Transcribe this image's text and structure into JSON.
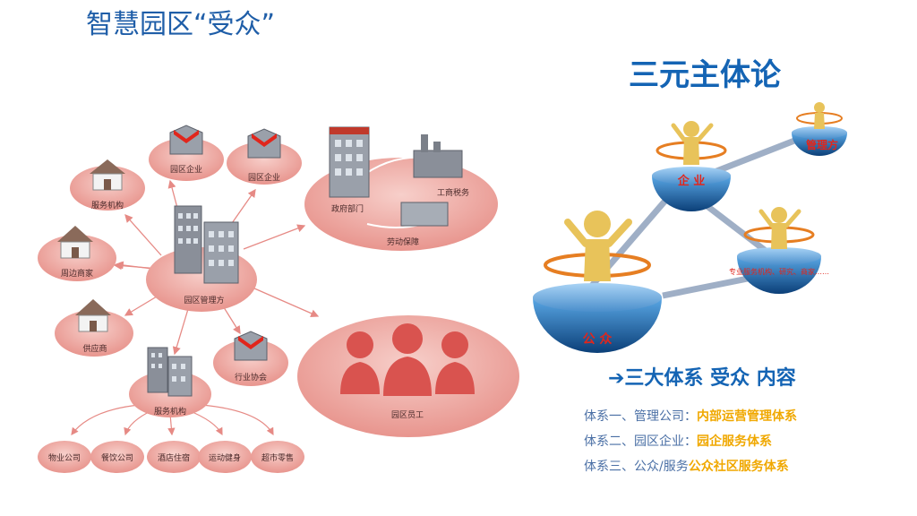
{
  "title": "智慧园区“受众”",
  "subtitle": "三元主体论",
  "left_diagram": {
    "hub": "园区管理方",
    "service_hub": "服务机构",
    "nodes": {
      "enterprise_1": "园区企业",
      "enterprise_2": "园区企业",
      "service_org": "服务机构",
      "merchants": "周边商家",
      "suppliers": "供应商",
      "association": "行业协会"
    },
    "gov_cluster": {
      "gov": "政府部门",
      "tax": "工商税务",
      "labor": "劳动保障"
    },
    "employees": "园区员工",
    "service_children": [
      "物业公司",
      "餐饮公司",
      "酒店住宿",
      "运动健身",
      "超市零售"
    ]
  },
  "right_diagram": {
    "management": "管理方",
    "enterprise": "企 业",
    "public": "公 众",
    "services": "专业服务机构、研究、商家……"
  },
  "summary_heading": "➔三大体系 受众 内容",
  "systems": [
    {
      "left": "体系一、管理公司：",
      "right": "内部运营管理体系"
    },
    {
      "left": "体系二、园区企业：",
      "right": "园企服务体系"
    },
    {
      "left": "体系三、公众/服务",
      "right": "公众社区服务体系"
    }
  ],
  "colors": {
    "title_blue": "#1f5ea8",
    "accent_blue": "#1464b4",
    "disc_pink": "#eda19b",
    "disc_pink_light": "#f4c1bc",
    "arrow_pink": "#e68a85",
    "highlight_orange": "#f0a800",
    "label_red": "#e1261c"
  }
}
